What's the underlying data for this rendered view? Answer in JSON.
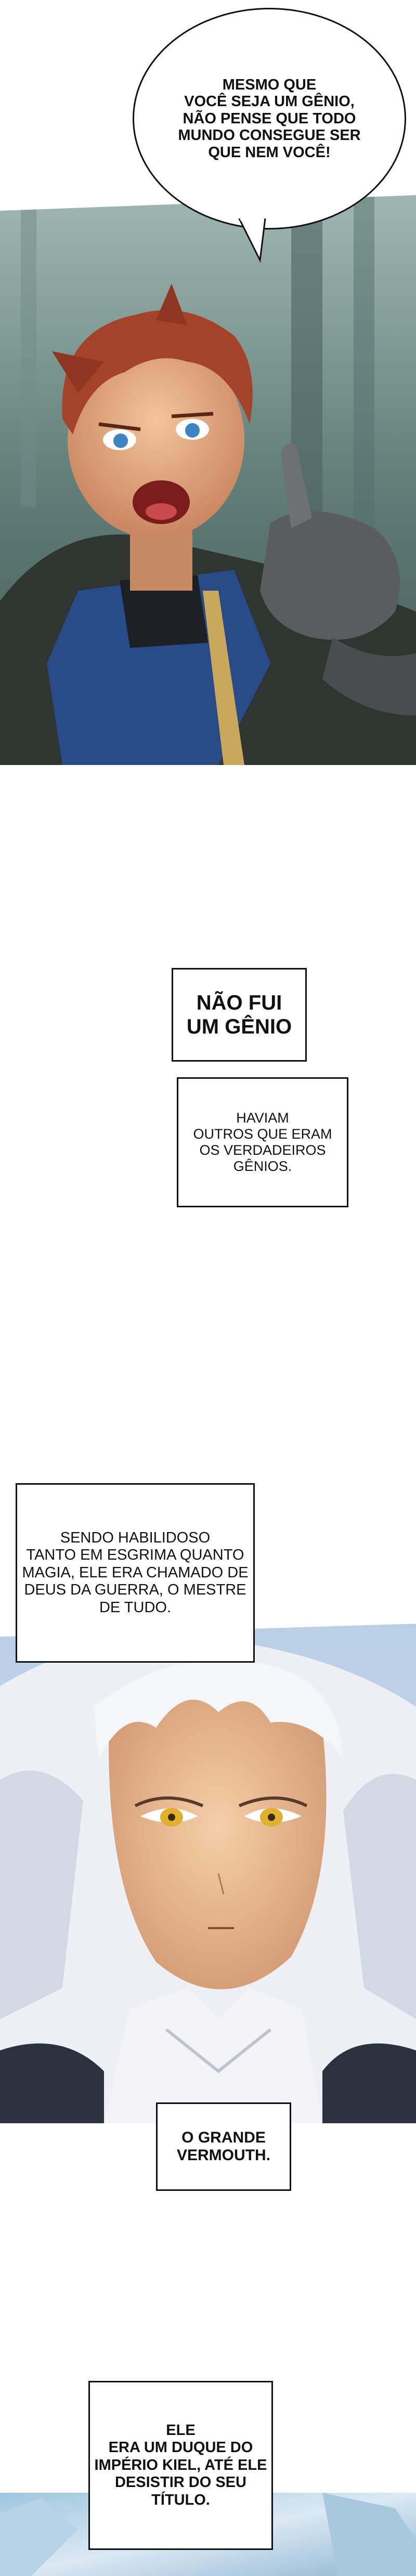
{
  "dialogue": {
    "bubble_1": "MESMO QUE\nVOCÊ SEJA UM GÊNIO,\nNÃO PENSE QUE TODO\nMUNDO CONSEGUE SER\nQUE NEM VOCÊ!"
  },
  "narration": {
    "box_1": "NÃO FUI\nUM GÊNIO",
    "box_2": "HAVIAM\nOUTROS QUE ERAM\nOS VERDADEIROS\nGÊNIOS.",
    "box_3": "SENDO HABILIDOSO\nTANTO EM ESGRIMA QUANTO\nMAGIA, ELE ERA CHAMADO DE\nDEUS DA GUERRA, O MESTRE\nDE TUDO.",
    "box_4": "O GRANDE\nVERMOUTH.",
    "box_5": "ELE\nERA UM DUQUE DO\nIMPÉRIO KIEL, ATÉ ELE\nDESISTIR DO SEU\nTÍTULO."
  }
}
